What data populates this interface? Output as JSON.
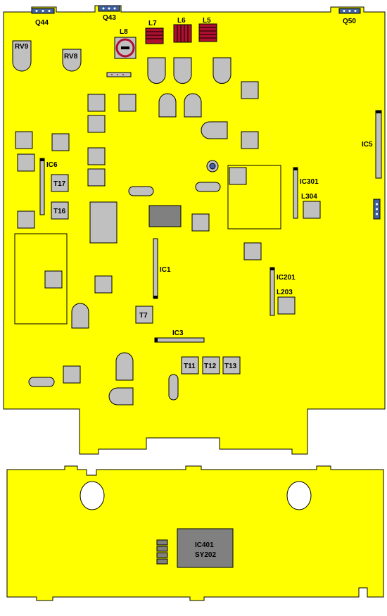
{
  "labels": {
    "q44": "Q44",
    "q43": "Q43",
    "q50": "Q50",
    "rv9": "RV9",
    "rv8": "RV8",
    "l8": "L8",
    "l7": "L7",
    "l6": "L6",
    "l5": "L5",
    "ic6": "IC6",
    "ic5": "IC5",
    "ic301": "IC301",
    "l304": "L304",
    "t17": "T17",
    "t16": "T16",
    "ic1": "IC1",
    "ic201": "IC201",
    "l203": "L203",
    "t7": "T7",
    "ic3": "IC3",
    "t11": "T11",
    "t12": "T12",
    "t13": "T13",
    "ic401_line1": "IC401",
    "ic401_line2": "SY202"
  },
  "colors": {
    "board": "#ffff00",
    "component": "#c0c0c0",
    "ic_dark": "#808080",
    "coil": "#b01030",
    "connector": "#4060a0"
  }
}
